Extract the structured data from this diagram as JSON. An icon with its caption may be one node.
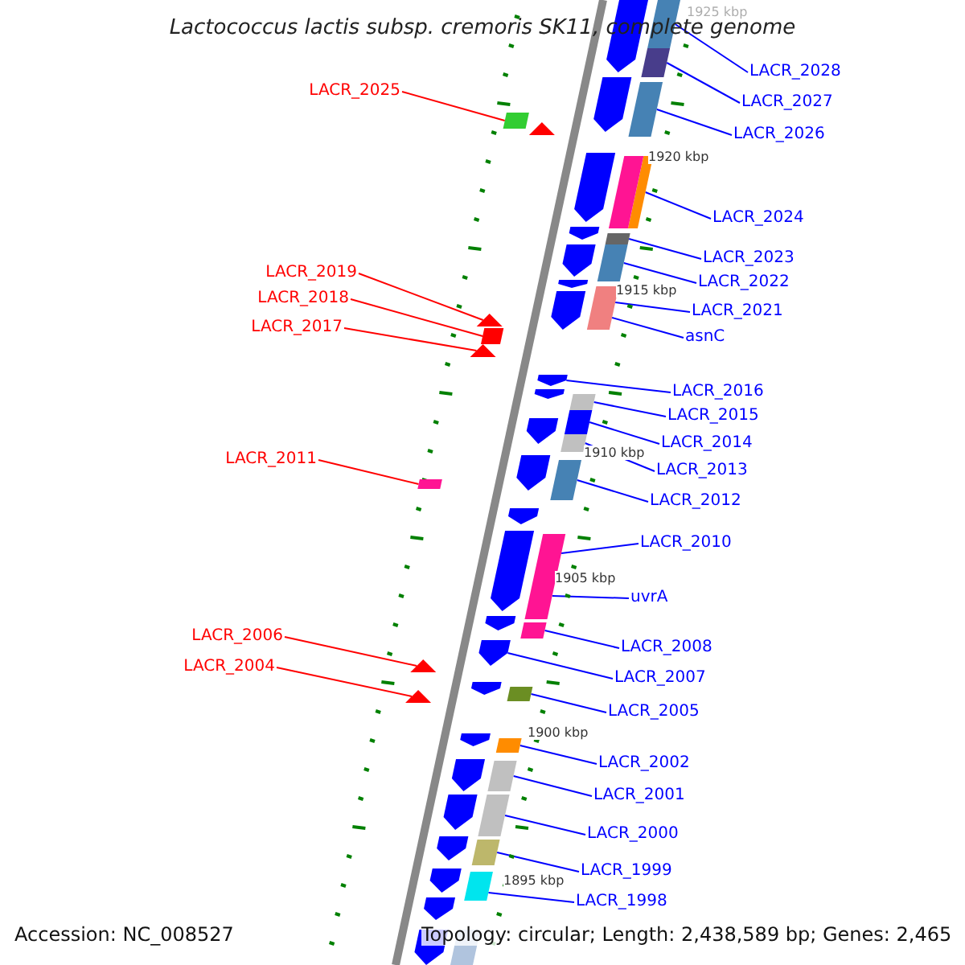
{
  "diagram": {
    "title": "Lactococcus lactis subsp. cremoris SK11, complete genome",
    "nodes": [
      {
        "text": [
          "LACR_2028"
        ]
      },
      {
        "text": [
          "LACR_2027"
        ]
      },
      {
        "text": [
          "LACR_2026"
        ]
      },
      {
        "text": [
          "LACR_2024"
        ]
      },
      {
        "text": [
          "LACR_2023"
        ]
      },
      {
        "text": [
          "LACR_2022"
        ]
      },
      {
        "text": [
          "LACR_2021"
        ]
      },
      {
        "text": [
          "asnC"
        ]
      },
      {
        "text": [
          "LACR_2016"
        ]
      },
      {
        "text": [
          "LACR_2015"
        ]
      },
      {
        "text": [
          "LACR_2014"
        ]
      },
      {
        "text": [
          "LACR_2013"
        ]
      },
      {
        "text": [
          "LACR_2012"
        ]
      },
      {
        "text": [
          "LACR_2010"
        ]
      },
      {
        "text": [
          "uvrA"
        ]
      },
      {
        "text": [
          "LACR_2008"
        ]
      },
      {
        "text": [
          "LACR_2007"
        ]
      },
      {
        "text": [
          "LACR_2005"
        ]
      },
      {
        "text": [
          "LACR_2002"
        ]
      },
      {
        "text": [
          "LACR_2001"
        ]
      },
      {
        "text": [
          "LACR_2000"
        ]
      },
      {
        "text": [
          "LACR_1999"
        ]
      },
      {
        "text": [
          "LACR_1998"
        ]
      },
      {
        "text": [
          "LACR_2025"
        ]
      },
      {
        "text": [
          "LACR_2019"
        ]
      },
      {
        "text": [
          "LACR_2018"
        ]
      },
      {
        "text": [
          "LACR_2017"
        ]
      },
      {
        "text": [
          "LACR_2011"
        ]
      },
      {
        "text": [
          "LACR_2006"
        ]
      },
      {
        "text": [
          "LACR_2004"
        ]
      },
      {
        "text": [],
        "shape": "bar"
      },
      {
        "text": [],
        "shape": "bar"
      },
      {
        "text": [],
        "shape": "bar"
      },
      {
        "text": [],
        "shape": "bar"
      },
      {
        "text": [],
        "shape": "bar"
      },
      {
        "text": [],
        "shape": "bar"
      },
      {
        "text": [],
        "shape": "bar"
      },
      {
        "text": [],
        "shape": "bar"
      },
      {
        "text": [],
        "shape": "arrow"
      },
      {
        "text": [],
        "shape": "bar"
      },
      {
        "text": [],
        "shape": "bar"
      },
      {
        "text": [],
        "shape": "bar"
      },
      {
        "text": [],
        "shape": "bar"
      },
      {
        "text": [],
        "shape": "bar"
      },
      {
        "text": [],
        "shape": "bar"
      },
      {
        "text": [],
        "shape": "bar"
      },
      {
        "text": [],
        "shape": "arrow"
      },
      {
        "text": [],
        "shape": "bar"
      },
      {
        "text": [],
        "shape": "bar"
      },
      {
        "text": [],
        "shape": "bar"
      },
      {
        "text": [],
        "shape": "bar"
      },
      {
        "text": [],
        "shape": "bar"
      },
      {
        "text": [],
        "shape": "bar"
      },
      {
        "text": [],
        "shape": "bar"
      },
      {
        "text": [],
        "shape": "triangle"
      },
      {
        "text": [],
        "shape": "bar"
      },
      {
        "text": [],
        "shape": "triangle"
      },
      {
        "text": [],
        "shape": "bar"
      },
      {
        "text": [],
        "shape": "triangle"
      },
      {
        "text": [],
        "shape": "triangle"
      },
      {
        "text": [],
        "shape": "arrow"
      },
      {
        "text": [],
        "shape": "arrow"
      },
      {
        "text": [],
        "shape": "arrow"
      },
      {
        "text": [],
        "shape": "arrow"
      },
      {
        "text": [],
        "shape": "arrow"
      },
      {
        "text": [],
        "shape": "arrow"
      },
      {
        "text": [],
        "shape": "arrow"
      },
      {
        "text": [],
        "shape": "arrow"
      },
      {
        "text": [],
        "shape": "arrow"
      },
      {
        "text": [],
        "shape": "arrow"
      },
      {
        "text": [],
        "shape": "arrow"
      },
      {
        "text": [],
        "shape": "arrow"
      },
      {
        "text": [],
        "shape": "arrow"
      },
      {
        "text": [],
        "shape": "arrow"
      },
      {
        "text": [],
        "shape": "arrow"
      },
      {
        "text": [],
        "shape": "arrow"
      },
      {
        "text": [],
        "shape": "arrow"
      },
      {
        "text": [],
        "shape": "arrow"
      },
      {
        "text": [],
        "shape": "arrow"
      },
      {
        "text": [],
        "shape": "arrow"
      },
      {
        "text": [],
        "shape": "arrow"
      },
      {
        "text": [],
        "shape": "bar"
      },
      {
        "text": [],
        "shape": "bar"
      },
      {
        "text": [],
        "shape": "triangle"
      }
    ],
    "edges": [
      {
        "from": 0,
        "to": 30,
        "arrow": "none"
      },
      {
        "from": 1,
        "to": 31,
        "arrow": "none"
      },
      {
        "from": 2,
        "to": 32,
        "arrow": "none"
      },
      {
        "from": 3,
        "to": 33,
        "arrow": "none"
      },
      {
        "from": 4,
        "to": 34,
        "arrow": "none"
      },
      {
        "from": 5,
        "to": 35,
        "arrow": "none"
      },
      {
        "from": 6,
        "to": 36,
        "arrow": "none"
      },
      {
        "from": 7,
        "to": 37,
        "arrow": "none"
      },
      {
        "from": 8,
        "to": 38,
        "arrow": "none"
      },
      {
        "from": 9,
        "to": 39,
        "arrow": "none"
      },
      {
        "from": 10,
        "to": 40,
        "arrow": "none"
      },
      {
        "from": 11,
        "to": 41,
        "arrow": "none"
      },
      {
        "from": 12,
        "to": 42,
        "arrow": "none"
      },
      {
        "from": 13,
        "to": 43,
        "arrow": "none"
      },
      {
        "from": 14,
        "to": 44,
        "arrow": "none"
      },
      {
        "from": 15,
        "to": 45,
        "arrow": "none"
      },
      {
        "from": 16,
        "to": 46,
        "arrow": "none"
      },
      {
        "from": 17,
        "to": 47,
        "arrow": "none"
      },
      {
        "from": 18,
        "to": 48,
        "arrow": "none"
      },
      {
        "from": 19,
        "to": 49,
        "arrow": "none"
      },
      {
        "from": 20,
        "to": 50,
        "arrow": "none"
      },
      {
        "from": 21,
        "to": 51,
        "arrow": "none"
      },
      {
        "from": 22,
        "to": 52,
        "arrow": "none"
      },
      {
        "from": 23,
        "to": 53,
        "arrow": "none",
        "color": "#ff0000"
      },
      {
        "from": 24,
        "to": 54,
        "arrow": "none",
        "color": "#ff0000"
      },
      {
        "from": 25,
        "to": 55,
        "arrow": "none",
        "color": "#ff0000"
      },
      {
        "from": 26,
        "to": 56,
        "arrow": "none",
        "color": "#ff0000"
      },
      {
        "from": 27,
        "to": 57,
        "arrow": "none",
        "color": "#ff0000"
      },
      {
        "from": 28,
        "to": 58,
        "arrow": "none",
        "color": "#ff0000"
      },
      {
        "from": 29,
        "to": 59,
        "arrow": "none",
        "color": "#ff0000"
      }
    ],
    "labels": [
      "1925 kbp",
      "1920 kbp",
      "1915 kbp",
      "1910 kbp",
      "1905 kbp",
      "1900 kbp",
      "1895 kbp",
      "Accession: NC_008527",
      "Topology: circular; Length: 2,438,589 bp; Genes: 2,465"
    ]
  }
}
